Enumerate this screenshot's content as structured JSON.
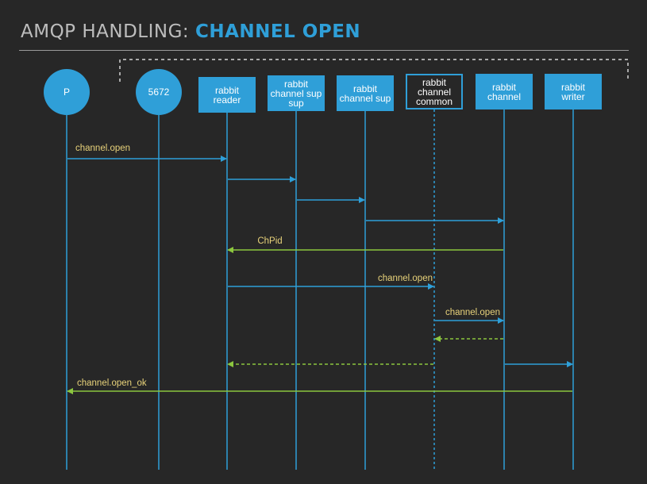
{
  "title": {
    "prefix": "AMQP HANDLING: ",
    "highlight": "CHANNEL OPEN"
  },
  "colors": {
    "background": "#272727",
    "blue": "#2f9fd8",
    "green": "#8cc63f",
    "label": "#e8d27a",
    "title_gray": "#bdbdbd"
  },
  "actors": [
    {
      "id": "p",
      "label": "P",
      "shape": "circle"
    },
    {
      "id": "port",
      "label": "5672",
      "shape": "circle"
    },
    {
      "id": "reader",
      "label": "rabbit\nreader",
      "shape": "box"
    },
    {
      "id": "chsupsup",
      "label": "rabbit\nchannel sup\nsup",
      "shape": "box"
    },
    {
      "id": "chsup",
      "label": "rabbit\nchannel sup",
      "shape": "box"
    },
    {
      "id": "common",
      "label": "rabbit\nchannel\ncommon",
      "shape": "outline"
    },
    {
      "id": "channel",
      "label": "rabbit\nchannel",
      "shape": "box"
    },
    {
      "id": "writer",
      "label": "rabbit\nwriter",
      "shape": "box"
    }
  ],
  "messages": [
    {
      "from": "p",
      "to": "reader",
      "label": "channel.open",
      "color": "blue",
      "dashed": false
    },
    {
      "from": "reader",
      "to": "chsupsup",
      "label": "",
      "color": "blue",
      "dashed": false
    },
    {
      "from": "chsupsup",
      "to": "chsup",
      "label": "",
      "color": "blue",
      "dashed": false
    },
    {
      "from": "chsup",
      "to": "channel",
      "label": "",
      "color": "blue",
      "dashed": false
    },
    {
      "from": "channel",
      "to": "reader",
      "label": "ChPid",
      "color": "green",
      "dashed": false
    },
    {
      "from": "reader",
      "to": "common",
      "label": "channel.open",
      "color": "blue",
      "dashed": false
    },
    {
      "from": "common",
      "to": "channel",
      "label": "channel.open",
      "color": "blue",
      "dashed": false
    },
    {
      "from": "channel",
      "to": "common",
      "label": "",
      "color": "green",
      "dashed": true
    },
    {
      "from": "common",
      "to": "reader",
      "label": "",
      "color": "green",
      "dashed": true
    },
    {
      "from": "channel",
      "to": "writer",
      "label": "",
      "color": "blue",
      "dashed": false
    },
    {
      "from": "writer",
      "to": "p",
      "label": "channel.open_ok",
      "color": "green",
      "dashed": false
    }
  ]
}
